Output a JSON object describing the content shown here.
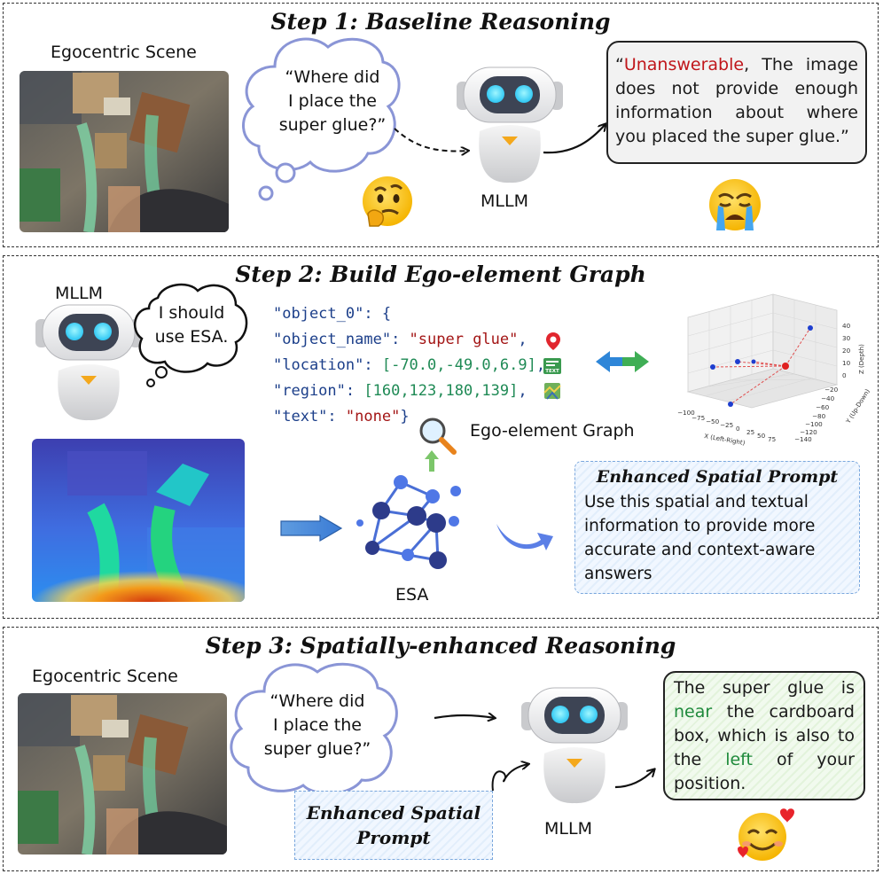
{
  "step1": {
    "title": "Step 1: Baseline Reasoning",
    "scene_label": "Egocentric Scene",
    "question_lines": [
      "“Where did",
      "I place the",
      "super glue?”"
    ],
    "model_label": "MLLM",
    "answer": {
      "open_quote": "“",
      "highlight": "Unanswerable",
      "rest": ", The image does not provide enough information about where you placed the super glue.”"
    }
  },
  "step2": {
    "title": "Step 2: Build Ego-element Graph",
    "model_label": "MLLM",
    "thought_lines": [
      "I should",
      "use ESA."
    ],
    "code": {
      "line0_key": "\"object_0\"",
      "line0_rest": ": {",
      "line1_key": "\"object_name\"",
      "line1_val": "\"super glue\"",
      "line2_key": "\"location\"",
      "line2_val": "[-70.0,-49.0,6.9]",
      "line3_key": "\"region\"",
      "line3_val": "[160,123,180,139]",
      "line4_key": "\"text\"",
      "line4_val": "\"none\"",
      "line4_close": "}"
    },
    "graph_label": "Ego-element Graph",
    "esa_label": "ESA",
    "text_badge": "TEXT",
    "prompt": {
      "title": "Enhanced Spatial Prompt",
      "body": "Use this spatial and textual information to provide more accurate and context-aware answers"
    },
    "plot": {
      "x_axis_label": "X (Left-Right)",
      "y_axis_label": "Y (Up-Down)",
      "z_axis_label": "Z (Depth)",
      "x_ticks": [
        "−100",
        "−75",
        "−50",
        "−25",
        "0",
        "25",
        "50",
        "75"
      ],
      "y_ticks": [
        "−20",
        "−40",
        "−60",
        "−80",
        "−100",
        "−120",
        "−140"
      ],
      "z_ticks": [
        "40",
        "30",
        "20",
        "10",
        "0"
      ]
    }
  },
  "step3": {
    "title": "Step 3: Spatially-enhanced Reasoning",
    "scene_label": "Egocentric Scene",
    "question_lines": [
      "“Where did",
      "I place the",
      "super glue?”"
    ],
    "prompt_lines": [
      "Enhanced Spatial",
      "Prompt"
    ],
    "model_label": "MLLM",
    "answer": {
      "p1": "The super glue is ",
      "near": "near",
      "p2": " the cardboard box, which is also to the ",
      "left": "left",
      "p3": " of your position."
    }
  },
  "colors": {
    "accent_red": "#c0161b",
    "accent_green": "#1f8a3c",
    "code_blue": "#1c3f8a",
    "prompt_blue": "#e2eefb",
    "answer_green_bg": "#eaf6e4"
  }
}
